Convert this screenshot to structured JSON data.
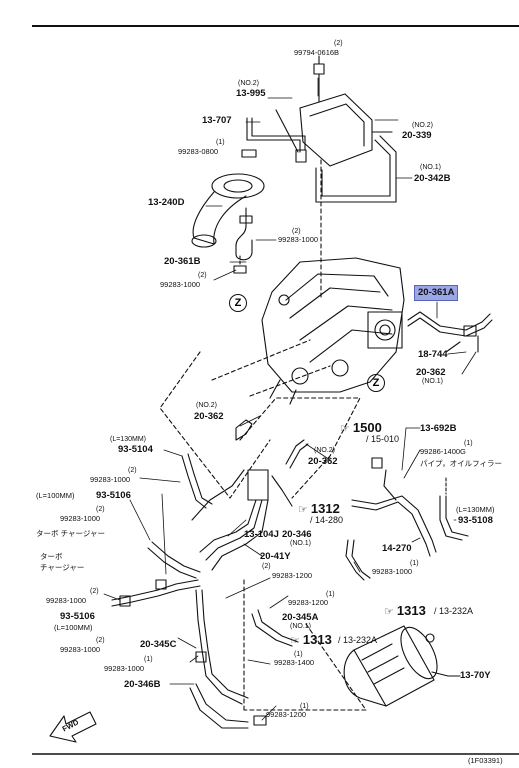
{
  "labels": {
    "qty_99794": "(2)",
    "pn_99794": "99794-0616B",
    "note_13995": "(NO.2)",
    "pn_13995": "13-995",
    "pn_13707": "13-707",
    "qty_99283_0800": "(1)",
    "pn_99283_0800": "99283-0800",
    "note_20339": "(NO.2)",
    "pn_20339": "20-339",
    "note_20342b": "(NO.1)",
    "pn_20342b": "20-342B",
    "pn_13240d": "13-240D",
    "qty_99283_1000_a": "(2)",
    "pn_99283_1000_a": "99283-1000",
    "pn_20361b": "20-361B",
    "qty_99283_1000_b": "(2)",
    "pn_99283_1000_b": "99283-1000",
    "z_mark_1": "Z",
    "pn_20361a": "20-361A",
    "pn_18744": "18-744",
    "pn_20362_r": "20-362",
    "note_20362_r": "(NO.1)",
    "z_mark_2": "Z",
    "note_20362_m": "(NO.2)",
    "pn_20362_m": "20-362",
    "len_93_5104": "(L=130MM)",
    "pn_93_5104": "93-5104",
    "ref_1500": "1500",
    "ref_1500_sub": "/ 15-010",
    "pn_13692b": "13-692B",
    "note_20362_c": "(NO.2)",
    "pn_20362_c": "20-362",
    "qty_99286": "(1)",
    "pn_99286": "99286-1400G",
    "jp_pipe": "パイプ，オイルフィラー",
    "qty_99283_1000_c": "(2)",
    "pn_99283_1000_c": "99283-1000",
    "len_93_5106": "(L=100MM)",
    "pn_93_5106": "93-5106",
    "qty_99283_1000_d": "(2)",
    "pn_99283_1000_d": "99283-1000",
    "jp_turbo_1": "ターボ チャージャー",
    "ref_1312": "1312",
    "ref_1312_sub": "/ 14-280",
    "pn_13104j": "13-104J",
    "pn_20346": "20-346",
    "note_20346": "(NO.1)",
    "len_93_5108": "(L=130MM)",
    "pn_93_5108": "93-5108",
    "pn_14270": "14-270",
    "pn_20_41y": "20-41Y",
    "jp_turbo_2a": "ターボ",
    "jp_turbo_2b": "チャージャー",
    "qty_99283_1000_e": "(2)",
    "pn_99283_1000_e": "99283-1000",
    "qty_99283_1000_f": "(1)",
    "pn_99283_1000_f": "99283-1000",
    "qty_99283_1200_a": "(2)",
    "pn_99283_1200_a": "99283-1200",
    "qty_99283_1200_b": "(1)",
    "pn_99283_1200_b": "99283-1200",
    "pn_93_5106_b": "93-5106",
    "len_93_5106_b": "(L=100MM)",
    "pn_20345a": "20-345A",
    "note_20345a": "(NO.1)",
    "ref_1313_a": "1313",
    "ref_1313_a_sub": "/ 13-232A",
    "qty_99283_1000_g": "(2)",
    "pn_99283_1000_g": "99283-1000",
    "pn_20345c": "20-345C",
    "ref_1313_b": "1313",
    "ref_1313_b_sub": "/ 13-232A",
    "qty_99283_1000_h": "(1)",
    "pn_99283_1000_h": "99283-1000",
    "qty_99283_1400": "(1)",
    "pn_99283_1400": "99283-1400",
    "pn_20346b": "20-346B",
    "pn_13_70y": "13-70Y",
    "qty_99283_1200_c": "(1)",
    "pn_99283_1200_c": "99283-1200",
    "fwd": "FWD",
    "figure_code": "(1F03391)"
  },
  "colors": {
    "line": "#111111",
    "highlight": "#9aa6e6"
  }
}
